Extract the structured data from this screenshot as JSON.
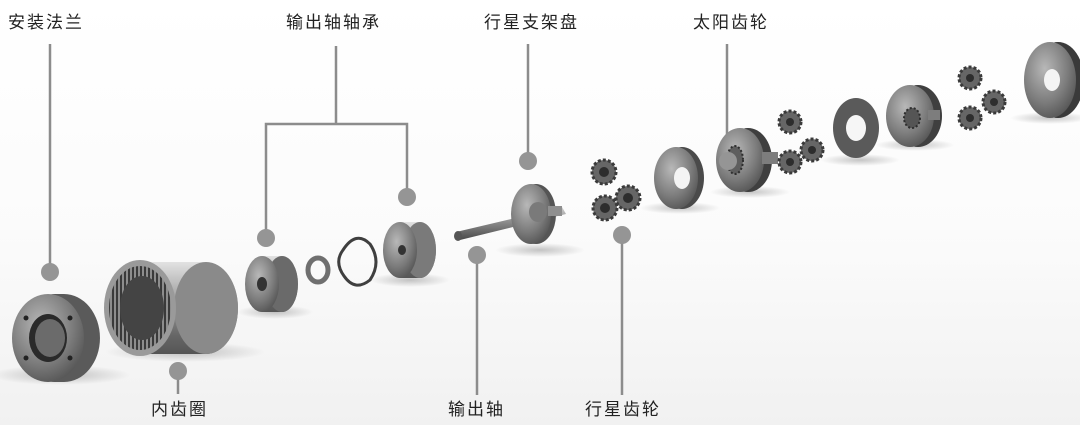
{
  "labels": {
    "mounting_flange": "安装法兰",
    "output_shaft_bearing": "输出轴轴承",
    "planet_carrier": "行星支架盘",
    "sun_gear": "太阳齿轮",
    "inner_ring_gear": "内齿圈",
    "output_shaft": "输出轴",
    "planet_gears": "行星齿轮"
  },
  "colors": {
    "leader_line": "#8c8c8c",
    "metal": "#7a7a7a",
    "metal_dark": "#3f3f3f",
    "metal_light": "#c7c7c7"
  }
}
